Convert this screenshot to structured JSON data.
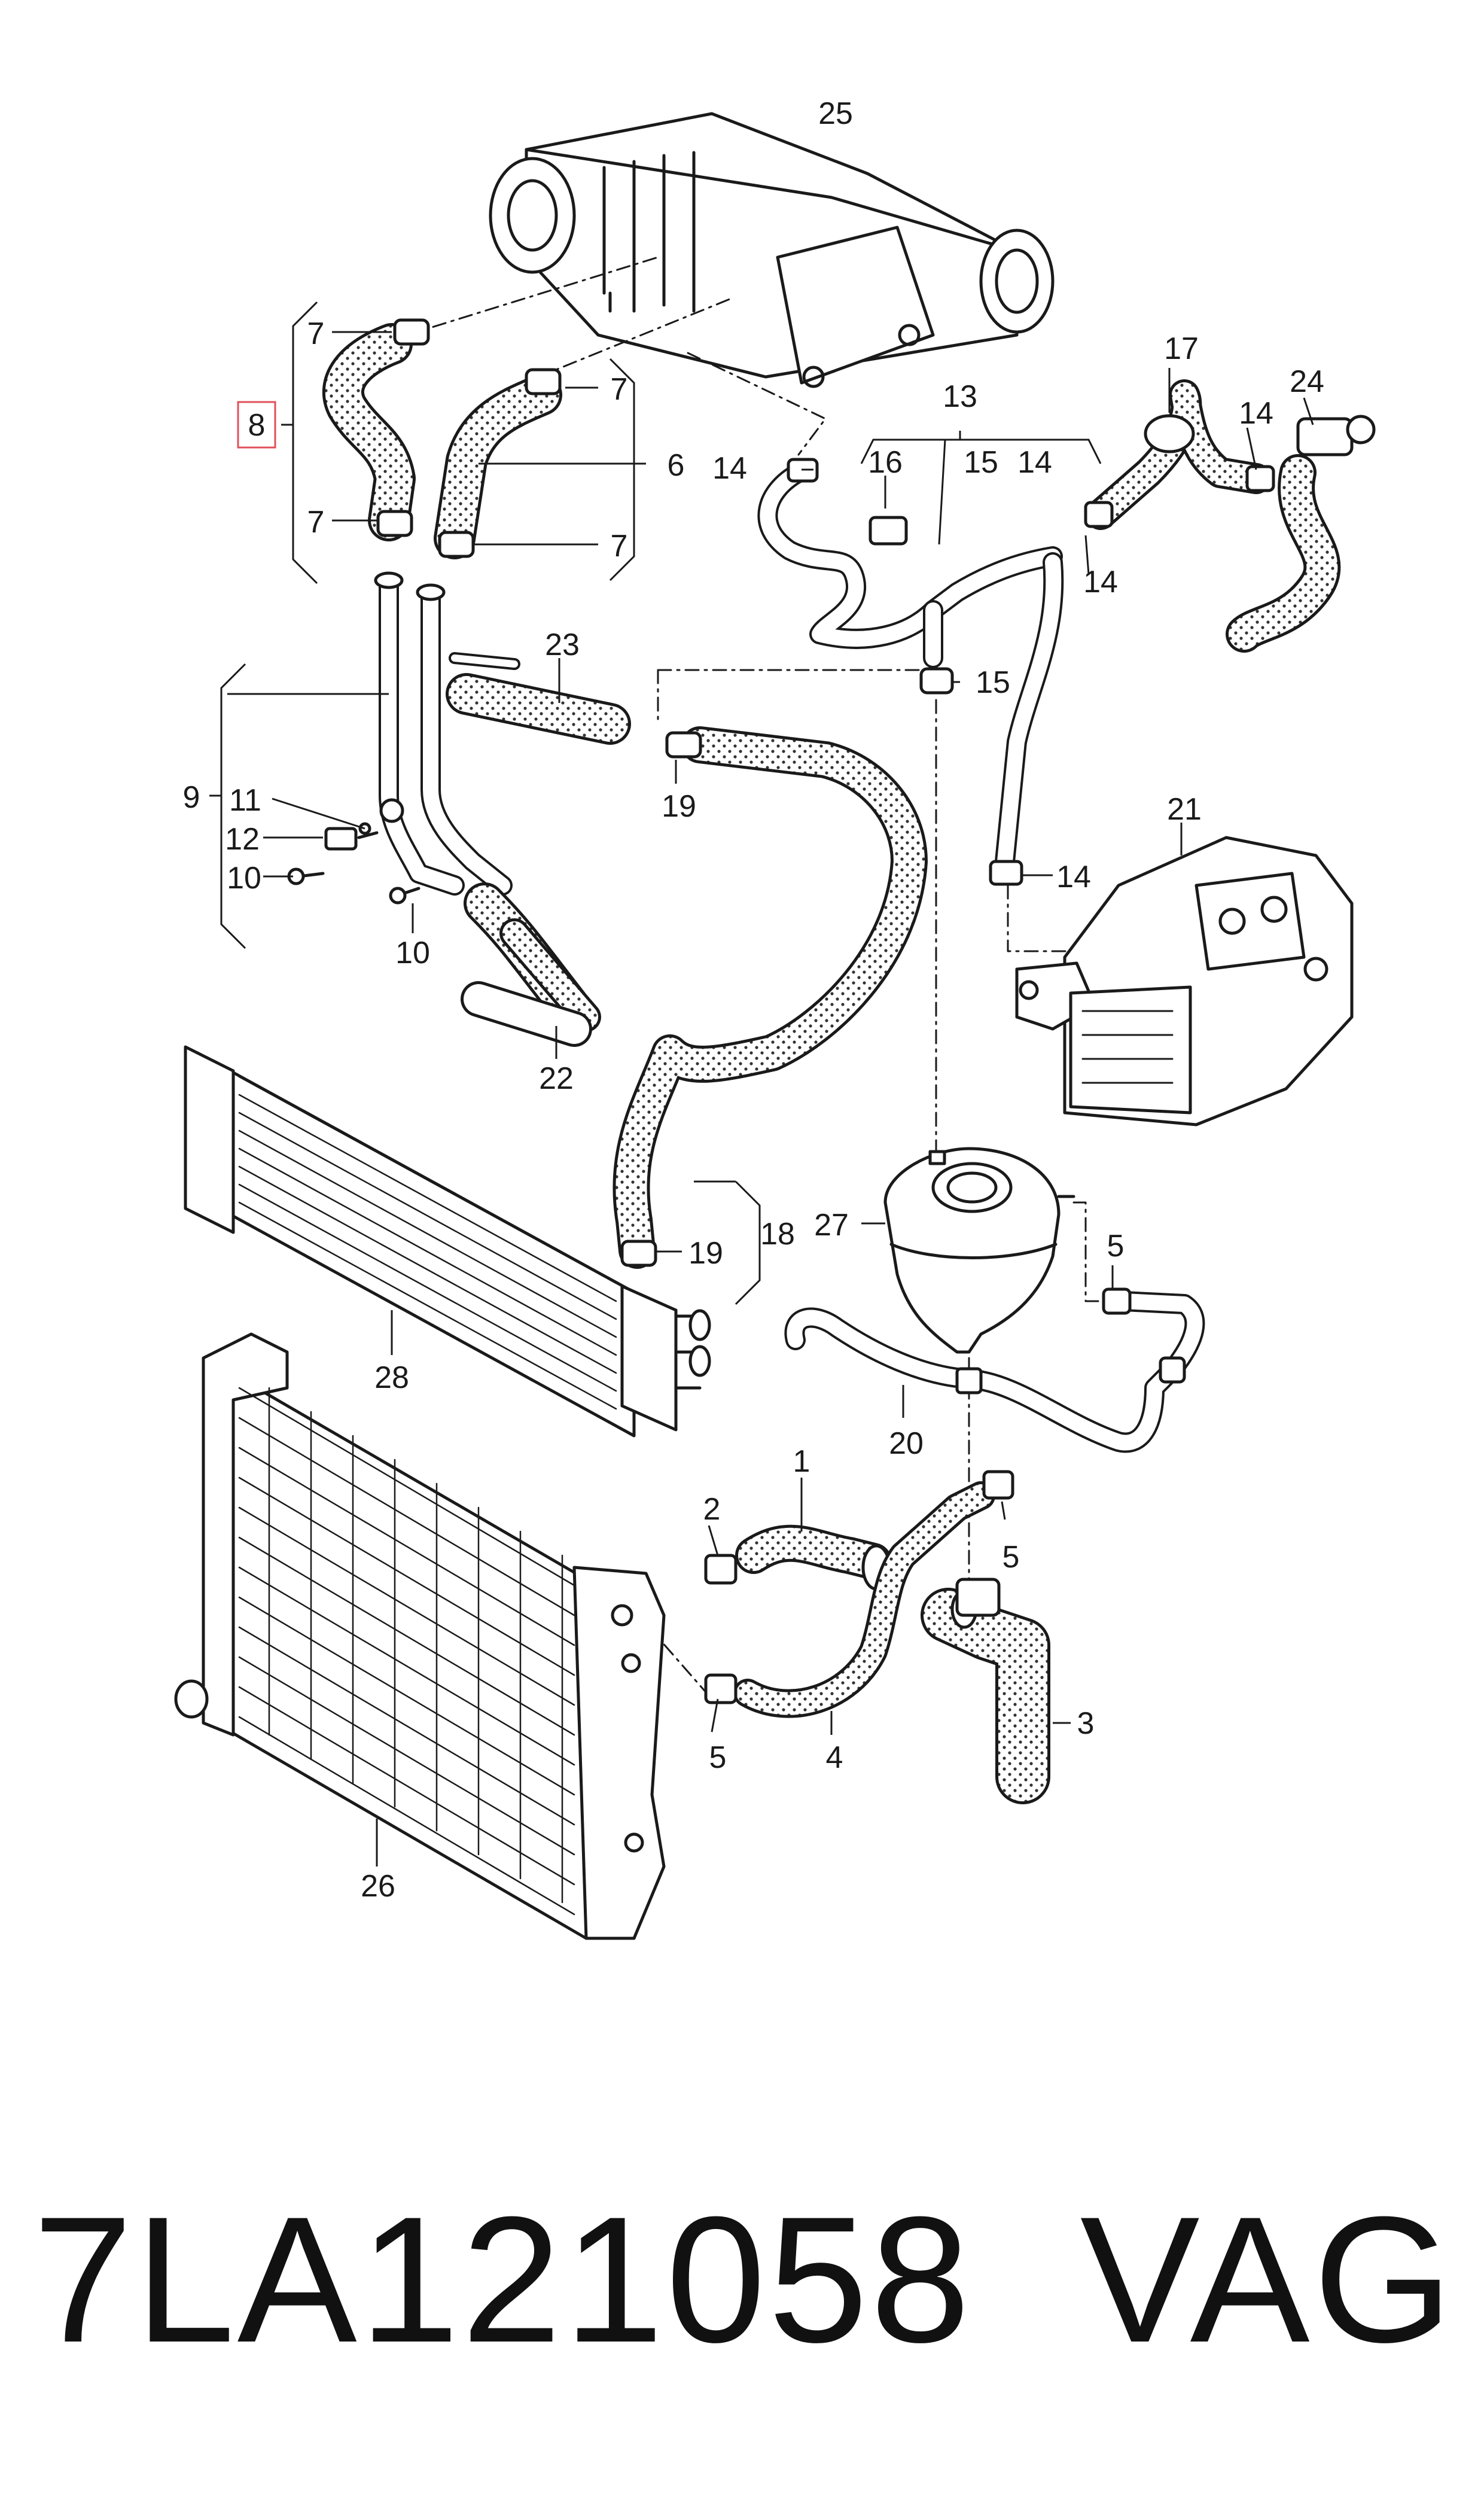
{
  "diagram": {
    "callouts": {
      "c1": "1",
      "c2": "2",
      "c3": "3",
      "c4": "4",
      "c5a": "5",
      "c5b": "5",
      "c5c": "5",
      "c6": "6",
      "c7a": "7",
      "c7b": "7",
      "c7c": "7",
      "c7d": "7",
      "c8": "8",
      "c9": "9",
      "c10a": "10",
      "c10b": "10",
      "c11": "11",
      "c12": "12",
      "c13": "13",
      "c14a": "14",
      "c14b": "14",
      "c14c": "14",
      "c14d": "14",
      "c14e": "14",
      "c15a": "15",
      "c15b": "15",
      "c16": "16",
      "c17": "17",
      "c18": "18",
      "c19a": "19",
      "c19b": "19",
      "c20": "20",
      "c21": "21",
      "c22": "22",
      "c23": "23",
      "c24": "24",
      "c25": "25",
      "c26": "26",
      "c27": "27",
      "c28": "28"
    },
    "highlighted_callout": "8",
    "highlight_color": "#e0505a",
    "line_color": "#1a1a1a",
    "hose_fill": "#ffffff"
  },
  "footer": {
    "part_number": "7LA121058",
    "brand": "VAG"
  }
}
